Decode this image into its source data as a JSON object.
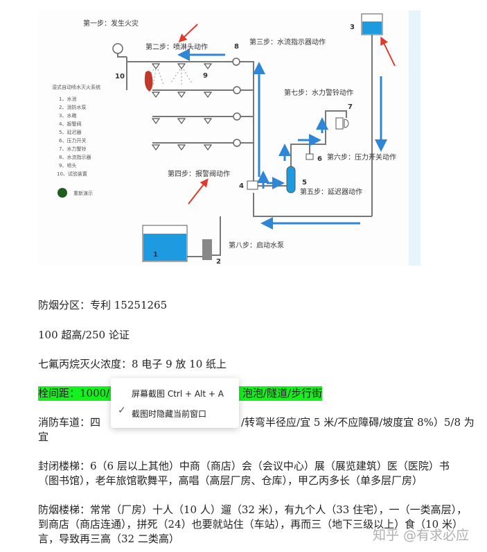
{
  "diagram": {
    "legend_title": "湿式自动喷水灭火系统",
    "legend_items": [
      "1、水池",
      "2、消防水泵",
      "3、水箱",
      "4、报警阀",
      "5、延迟器",
      "6、压力开关",
      "7、水力警铃",
      "8、水流指示器",
      "9、喷头",
      "10、试验装置"
    ],
    "replay_label": "重新演示",
    "steps": {
      "s1": "第一步：发生火灾",
      "s2": "第二步：喷淋头动作",
      "s3": "第三步：水流指示器动作",
      "s4": "第四步：报警阀动作",
      "s5": "第五步：延迟器动作",
      "s6": "第六步：压力开关动作",
      "s7": "第七步：水力警铃动作",
      "s8": "第八步：启动水泵"
    },
    "numbers": {
      "n1": "1",
      "n2": "2",
      "n3": "3",
      "n4": "4",
      "n5": "5",
      "n6": "6",
      "n7": "7",
      "n8": "8",
      "n9": "9",
      "n10": "10"
    },
    "colors": {
      "water": "#1e9be0",
      "arrow": "#2f86d6",
      "pointer": "#e03a2a",
      "pipe": "#777777"
    }
  },
  "text": {
    "l1": "防烟分区：专利 15251265",
    "l2": "100 超高/250 论证",
    "l3": "七氟丙烷灭火浓度：8 电子 9 放 10 纸上",
    "l4a": "栓间距：1000/",
    "l4b": "泡泡/隧道/步行街",
    "l5a": "消防车道：四",
    "l5b": "/转弯半径应/宜 5 米/不应障碍/坡度宜 8%）5/8 为",
    "l5c": "宜",
    "l6a": "封闭楼梯：6（6 层以上其他）中商（商店）会（会议中心）展（展览建筑）医（医院）书",
    "l6b": "（图书馆），老年旅馆歌舞平，高唱（高层厂房、仓库），甲乙丙多长（单多层厂房）",
    "l7a": "防烟楼梯：常常（厂房）十人（10 人）遛（32 米），有九个人（33 住宅），一（一类高层），",
    "l7b": "到商店（商店连通），拼死（24）也要就站住（车站），再而三（地下三级以上）食（10 米）",
    "l7c": "言，导致再三高（32 二类高）"
  },
  "popup": {
    "item1": "屏幕截图 Ctrl + Alt + A",
    "item2": "截图时隐藏当前窗口",
    "check_icon": "checkmark"
  },
  "watermark": "知乎 @有求必应",
  "highlight_color": "#16f01c"
}
